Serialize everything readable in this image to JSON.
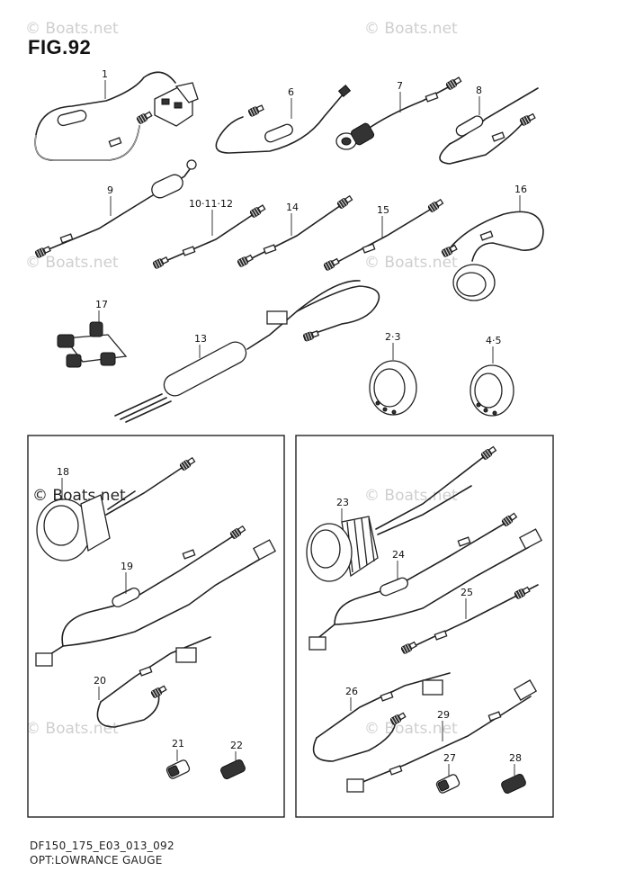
{
  "figure": {
    "title": "FIG.92",
    "code": "DF150_175_E03_013_092",
    "caption": "OPT:LOWRANCE GAUGE"
  },
  "watermarks": [
    "© Boats.net",
    "© Boats.net",
    "© Boats.net",
    "© Boats.net",
    "© Boats.net",
    "© Boats.net",
    "© Boats.net",
    "© Boats.net"
  ],
  "callouts": {
    "c1": "1",
    "c6": "6",
    "c7": "7",
    "c8": "8",
    "c9": "9",
    "c10": "10·11·12",
    "c14": "14",
    "c15": "15",
    "c16": "16",
    "c17": "17",
    "c13": "13",
    "c2": "2·3",
    "c4": "4·5",
    "c18": "18",
    "c19": "19",
    "c20": "20",
    "c21": "21",
    "c22": "22",
    "c23": "23",
    "c24": "24",
    "c25": "25",
    "c26": "26",
    "c29": "29",
    "c27": "27",
    "c28": "28"
  },
  "panels": [
    "left-gauge-kit",
    "right-gauge-kit"
  ]
}
